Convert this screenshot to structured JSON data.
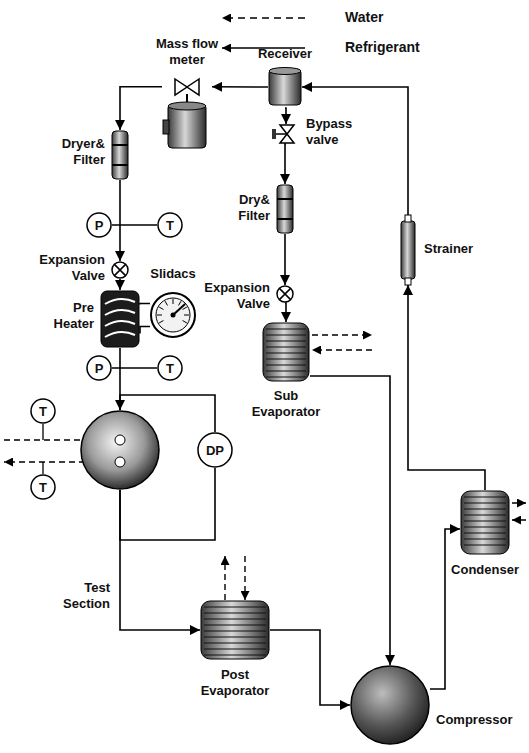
{
  "diagram": {
    "nodes": [
      {
        "text": [
          "Mass flow meter"
        ]
      },
      {
        "text": [
          "Receiver"
        ]
      },
      {
        "text": [
          "Bypass valve"
        ]
      },
      {
        "text": [
          "Dryer& Filter"
        ]
      },
      {
        "text": [
          "Dry& Filter"
        ]
      },
      {
        "text": [
          "Strainer"
        ]
      },
      {
        "text": [
          "P"
        ]
      },
      {
        "text": [
          "T"
        ]
      },
      {
        "text": [
          "Expansion Valve"
        ]
      },
      {
        "text": [
          "Expansion Valve"
        ]
      },
      {
        "text": [
          "Pre Heater"
        ]
      },
      {
        "text": [
          "Slidacs"
        ]
      },
      {
        "text": [
          "Sub Evaporator"
        ]
      },
      {
        "text": [
          "P"
        ]
      },
      {
        "text": [
          "T"
        ]
      },
      {
        "text": [
          "Condenser"
        ]
      },
      {
        "text": [
          "T"
        ]
      },
      {
        "text": [
          "DP"
        ]
      },
      {
        "text": [
          "T"
        ]
      },
      {
        "text": [
          "Test Section"
        ]
      },
      {
        "text": [
          "Post Evaporator"
        ]
      },
      {
        "text": [
          "Compressor"
        ]
      }
    ],
    "edges": [
      {
        "from": 1,
        "to": 0,
        "arrow": "to"
      },
      {
        "from": 0,
        "to": 3,
        "arrow": "to"
      },
      {
        "from": 3,
        "to": 8,
        "arrow": "to"
      },
      {
        "from": 8,
        "to": 10,
        "arrow": "to"
      },
      {
        "from": 10,
        "to": 19,
        "arrow": "to"
      },
      {
        "from": 19,
        "to": 20,
        "arrow": "to"
      },
      {
        "from": 20,
        "to": 21,
        "arrow": "to"
      },
      {
        "from": 12,
        "to": 21,
        "arrow": "to"
      },
      {
        "from": 21,
        "to": 15,
        "arrow": "to"
      },
      {
        "from": 15,
        "to": 5,
        "arrow": "to"
      },
      {
        "from": 5,
        "to": 1,
        "arrow": "to"
      },
      {
        "from": 1,
        "to": 2,
        "arrow": "to"
      },
      {
        "from": 2,
        "to": 4,
        "arrow": "to"
      },
      {
        "from": 4,
        "to": 9,
        "arrow": "to"
      },
      {
        "from": 9,
        "to": 12,
        "arrow": "to"
      },
      {
        "from": 6,
        "to": 7,
        "arrow": "none"
      },
      {
        "from": 13,
        "to": 14,
        "arrow": "none"
      },
      {
        "from": 10,
        "to": 11,
        "arrow": "none"
      },
      {
        "from": 10,
        "to": 11,
        "arrow": "none"
      },
      {
        "from": 17,
        "to": 19,
        "arrow": "none"
      },
      {
        "from": 17,
        "to": 19,
        "arrow": "none"
      }
    ],
    "legend": [
      {
        "text": "Water"
      },
      {
        "text": "Refrigerant"
      }
    ]
  }
}
